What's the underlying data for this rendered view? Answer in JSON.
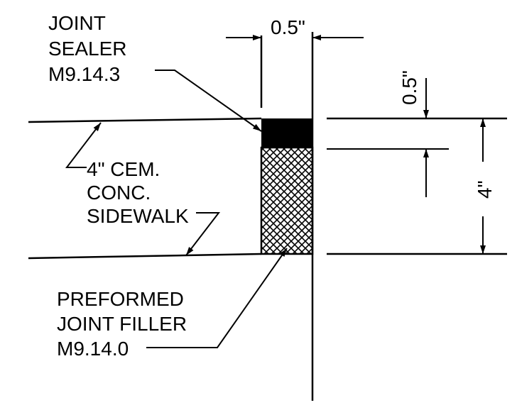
{
  "labels": {
    "joint_sealer": [
      "JOINT",
      "SEALER",
      "M9.14.3"
    ],
    "sidewalk": [
      "4\" CEM.",
      "CONC.",
      "SIDEWALK"
    ],
    "filler": [
      "PREFORMED",
      "JOINT FILLER",
      "M9.14.0"
    ]
  },
  "dimensions": {
    "joint_width": "0.5\"",
    "sealer_depth": "0.5\"",
    "slab_thickness": "4\""
  },
  "colors": {
    "ink": "#000000",
    "background": "#ffffff"
  }
}
